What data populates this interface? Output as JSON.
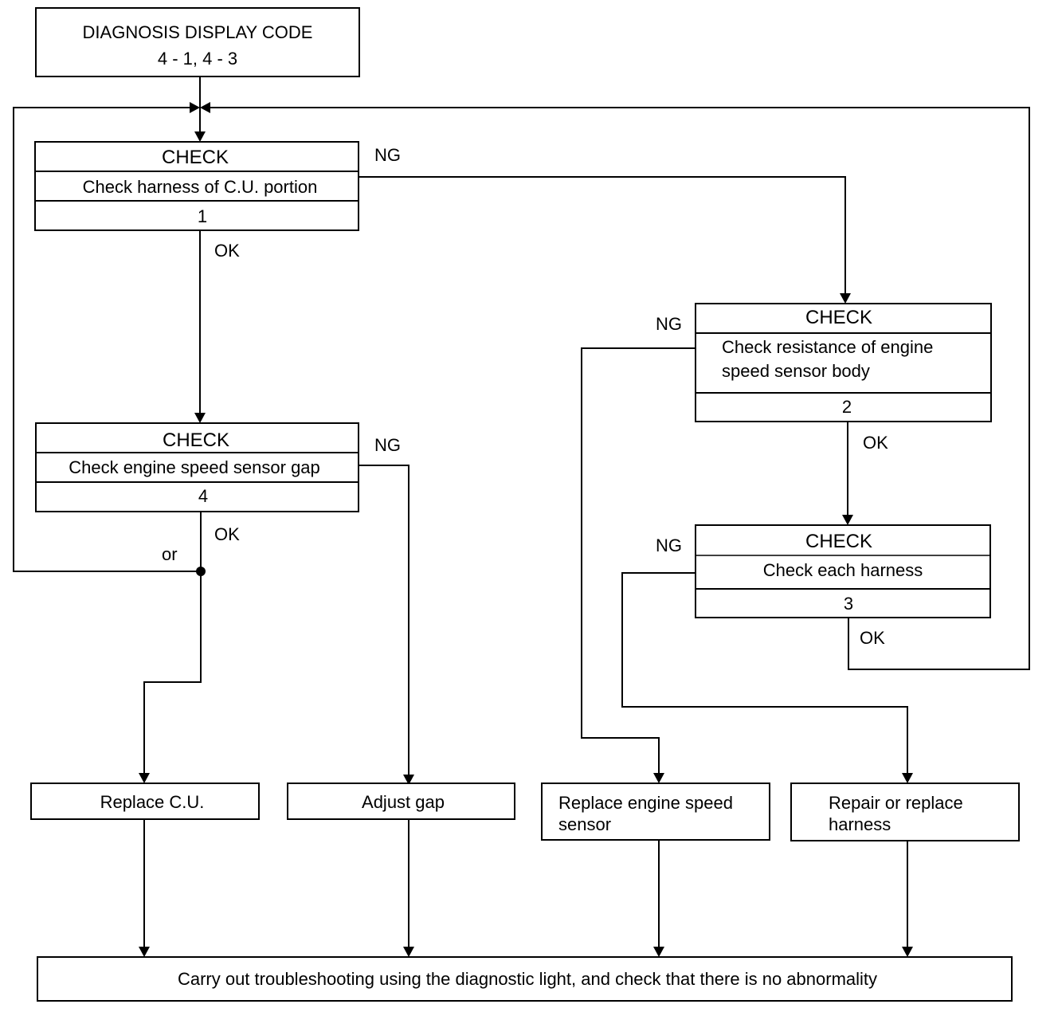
{
  "start": {
    "title": "DIAGNOSIS DISPLAY CODE",
    "codes": "4 - 1, 4 - 3"
  },
  "checks": {
    "c1": {
      "header": "CHECK",
      "desc": "Check harness of C.U. portion",
      "num": "1"
    },
    "c2": {
      "header": "CHECK",
      "desc_line1": "Check resistance of engine",
      "desc_line2": "speed sensor body",
      "num": "2"
    },
    "c3": {
      "header": "CHECK",
      "desc": "Check each harness",
      "num": "3"
    },
    "c4": {
      "header": "CHECK",
      "desc": "Check engine speed sensor gap",
      "num": "4"
    }
  },
  "edge_labels": {
    "c1_ng": "NG",
    "c1_ok": "OK",
    "c2_ng": "NG",
    "c2_ok": "OK",
    "c3_ng": "NG",
    "c3_ok": "OK",
    "c4_ng": "NG",
    "c4_ok": "OK",
    "or": "or"
  },
  "actions": {
    "replace_cu": "Replace C.U.",
    "adjust_gap": "Adjust gap",
    "replace_sensor_line1": "Replace engine speed",
    "replace_sensor_line2": "sensor",
    "repair_harness_line1": "Repair or replace",
    "repair_harness_line2": "harness"
  },
  "final": "Carry out troubleshooting using the diagnostic light, and check that there is no abnormality"
}
